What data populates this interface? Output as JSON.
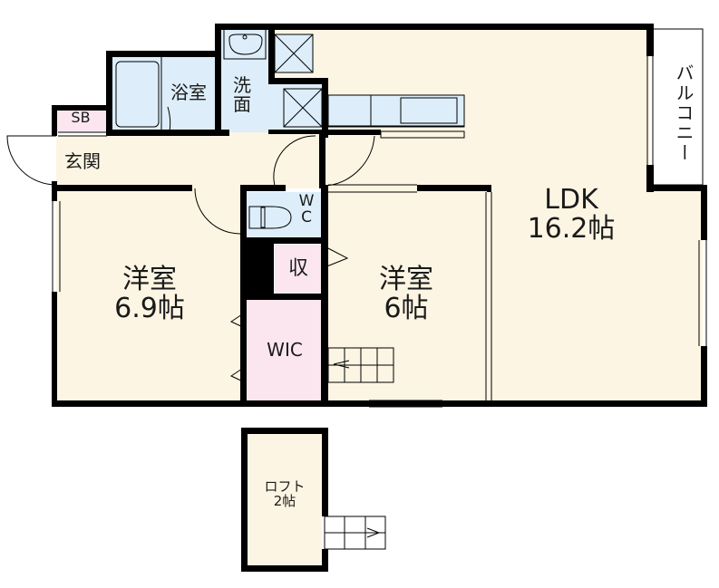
{
  "colors": {
    "living": "#fdf5e3",
    "wet": "#ddeefa",
    "storage": "#fbe6ef",
    "wall": "#000000",
    "outside": "#ffffff"
  },
  "rooms": {
    "ldk": {
      "name": "LDK",
      "size": "16.2帖"
    },
    "western_room_1": {
      "name": "洋室",
      "size": "6.9帖"
    },
    "western_room_2": {
      "name": "洋室",
      "size": "6帖"
    },
    "bathroom": {
      "name": "浴室"
    },
    "washroom": {
      "name": "洗\n面",
      "line1": "洗",
      "line2": "面"
    },
    "entrance": {
      "name": "玄関"
    },
    "shoe_box": {
      "name": "SB"
    },
    "toilet": {
      "name": "WC",
      "line1": "W",
      "line2": "C"
    },
    "closet": {
      "name": "収"
    },
    "walk_in_closet": {
      "name": "WIC"
    },
    "balcony": {
      "name": "バルコニー"
    },
    "loft": {
      "name": "ロフト",
      "size": "2帖"
    }
  }
}
